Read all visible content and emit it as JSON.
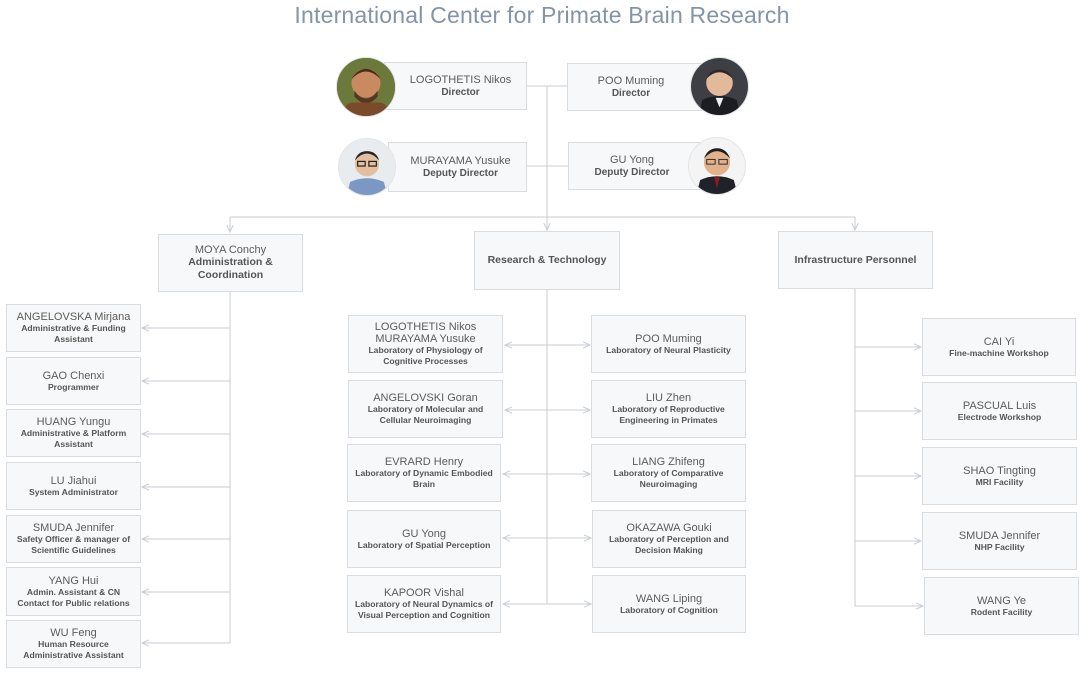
{
  "title": "International Center for Primate Brain Research",
  "directors": [
    {
      "name": "LOGOTHETIS Nikos",
      "role": "Director",
      "photo_icon": "person-photo-icon"
    },
    {
      "name": "POO Muming",
      "role": "Director",
      "photo_icon": "person-photo-icon"
    },
    {
      "name": "MURAYAMA Yusuke",
      "role": "Deputy Director",
      "photo_icon": "person-photo-icon"
    },
    {
      "name": "GU Yong",
      "role": "Deputy Director",
      "photo_icon": "person-photo-icon"
    }
  ],
  "sections": [
    {
      "name": "MOYA Conchy",
      "role": "Administration & Coordination"
    },
    {
      "name": "",
      "role": "Research & Technology"
    },
    {
      "name": "",
      "role": "Infrastructure Personnel"
    }
  ],
  "admin": [
    {
      "name": "ANGELOVSKA Mirjana",
      "role": "Administrative & Funding Assistant"
    },
    {
      "name": "GAO Chenxi",
      "role": "Programmer"
    },
    {
      "name": "HUANG Yungu",
      "role": "Administrative & Platform Assistant"
    },
    {
      "name": "LU Jiahui",
      "role": "System Administrator"
    },
    {
      "name": "SMUDA Jennifer",
      "role": "Safety Officer & manager of Scientific Guidelines"
    },
    {
      "name": "YANG Hui",
      "role": "Admin. Assistant & CN Contact for Public relations"
    },
    {
      "name": "WU Feng",
      "role": "Human Resource Administrative Assistant"
    }
  ],
  "labs_left": [
    {
      "name": "LOGOTHETIS Nikos\nMURAYAMA Yusuke",
      "role": "Laboratory of Physiology of Cognitive Processes"
    },
    {
      "name": "ANGELOVSKI Goran",
      "role": "Laboratory of Molecular and Cellular Neuroimaging"
    },
    {
      "name": "EVRARD Henry",
      "role": "Laboratory of Dynamic Embodied Brain"
    },
    {
      "name": "GU Yong",
      "role": "Laboratory of Spatial Perception"
    },
    {
      "name": "KAPOOR Vishal",
      "role": "Laboratory of Neural Dynamics of Visual Perception and Cognition"
    }
  ],
  "labs_right": [
    {
      "name": "POO Muming",
      "role": "Laboratory of Neural Plasticity"
    },
    {
      "name": "LIU Zhen",
      "role": "Laboratory of Reproductive Engineering in Primates"
    },
    {
      "name": "LIANG Zhifeng",
      "role": "Laboratory of Comparative Neuroimaging"
    },
    {
      "name": "OKAZAWA Gouki",
      "role": "Laboratory of Perception and Decision Making"
    },
    {
      "name": "WANG Liping",
      "role": "Laboratory of Cognition"
    }
  ],
  "infra": [
    {
      "name": "CAI Yi",
      "role": "Fine-machine Workshop"
    },
    {
      "name": "PASCUAL Luis",
      "role": "Electrode Workshop"
    },
    {
      "name": "SHAO Tingting",
      "role": "MRI Facility"
    },
    {
      "name": "SMUDA Jennifer",
      "role": "NHP Facility"
    },
    {
      "name": "WANG Ye",
      "role": "Rodent Facility"
    }
  ],
  "colors": {
    "line": "#c9ced6",
    "box_border": "#d9dde2",
    "box_fill": "#f7f8f9",
    "title": "#8494a8"
  }
}
